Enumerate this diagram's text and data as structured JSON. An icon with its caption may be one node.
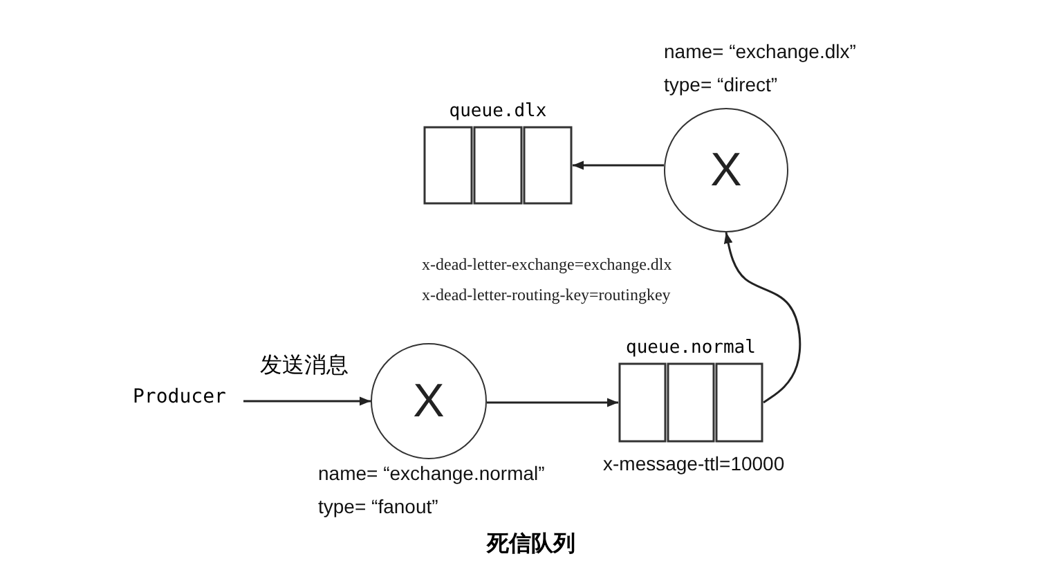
{
  "diagram": {
    "caption": "死信队列",
    "nodes": [
      {
        "text": [
          "Producer"
        ]
      },
      {
        "text": [
          "X"
        ],
        "beside": [
          "name= “exchange.normal”",
          "type= “fanout”"
        ]
      },
      {
        "text": [
          "queue.normal"
        ],
        "beside": [
          "x-message-ttl=10000"
        ]
      },
      {
        "text": [
          "X"
        ],
        "beside": [
          "name= “exchange.dlx”",
          "type= “direct”"
        ]
      },
      {
        "text": [
          "queue.dlx"
        ]
      }
    ],
    "edges": [
      {
        "from": 0,
        "to": 1,
        "arrow": "to",
        "label": "发送消息"
      },
      {
        "from": 1,
        "to": 2,
        "arrow": "to"
      },
      {
        "from": 2,
        "to": 3,
        "arrow": "to"
      },
      {
        "from": 3,
        "to": 4,
        "arrow": "to"
      }
    ],
    "labels": [
      "x-dead-letter-exchange=exchange.dlx",
      "x-dead-letter-routing-key=routingkey"
    ]
  }
}
